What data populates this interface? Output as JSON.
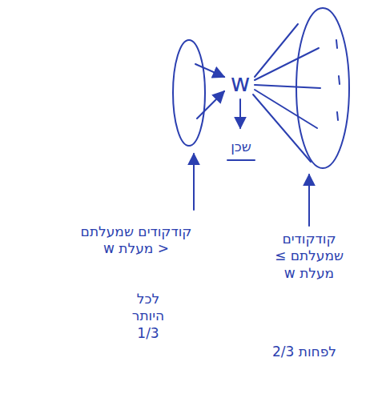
{
  "diagram": {
    "labels": [
      "w",
      "שכן",
      "קודקודים שמעלתם < מעלת w",
      "לכל היותר 1/3",
      "קודקודים שמעלתם ≥ מעלת w",
      "לפחות 2/3"
    ]
  }
}
